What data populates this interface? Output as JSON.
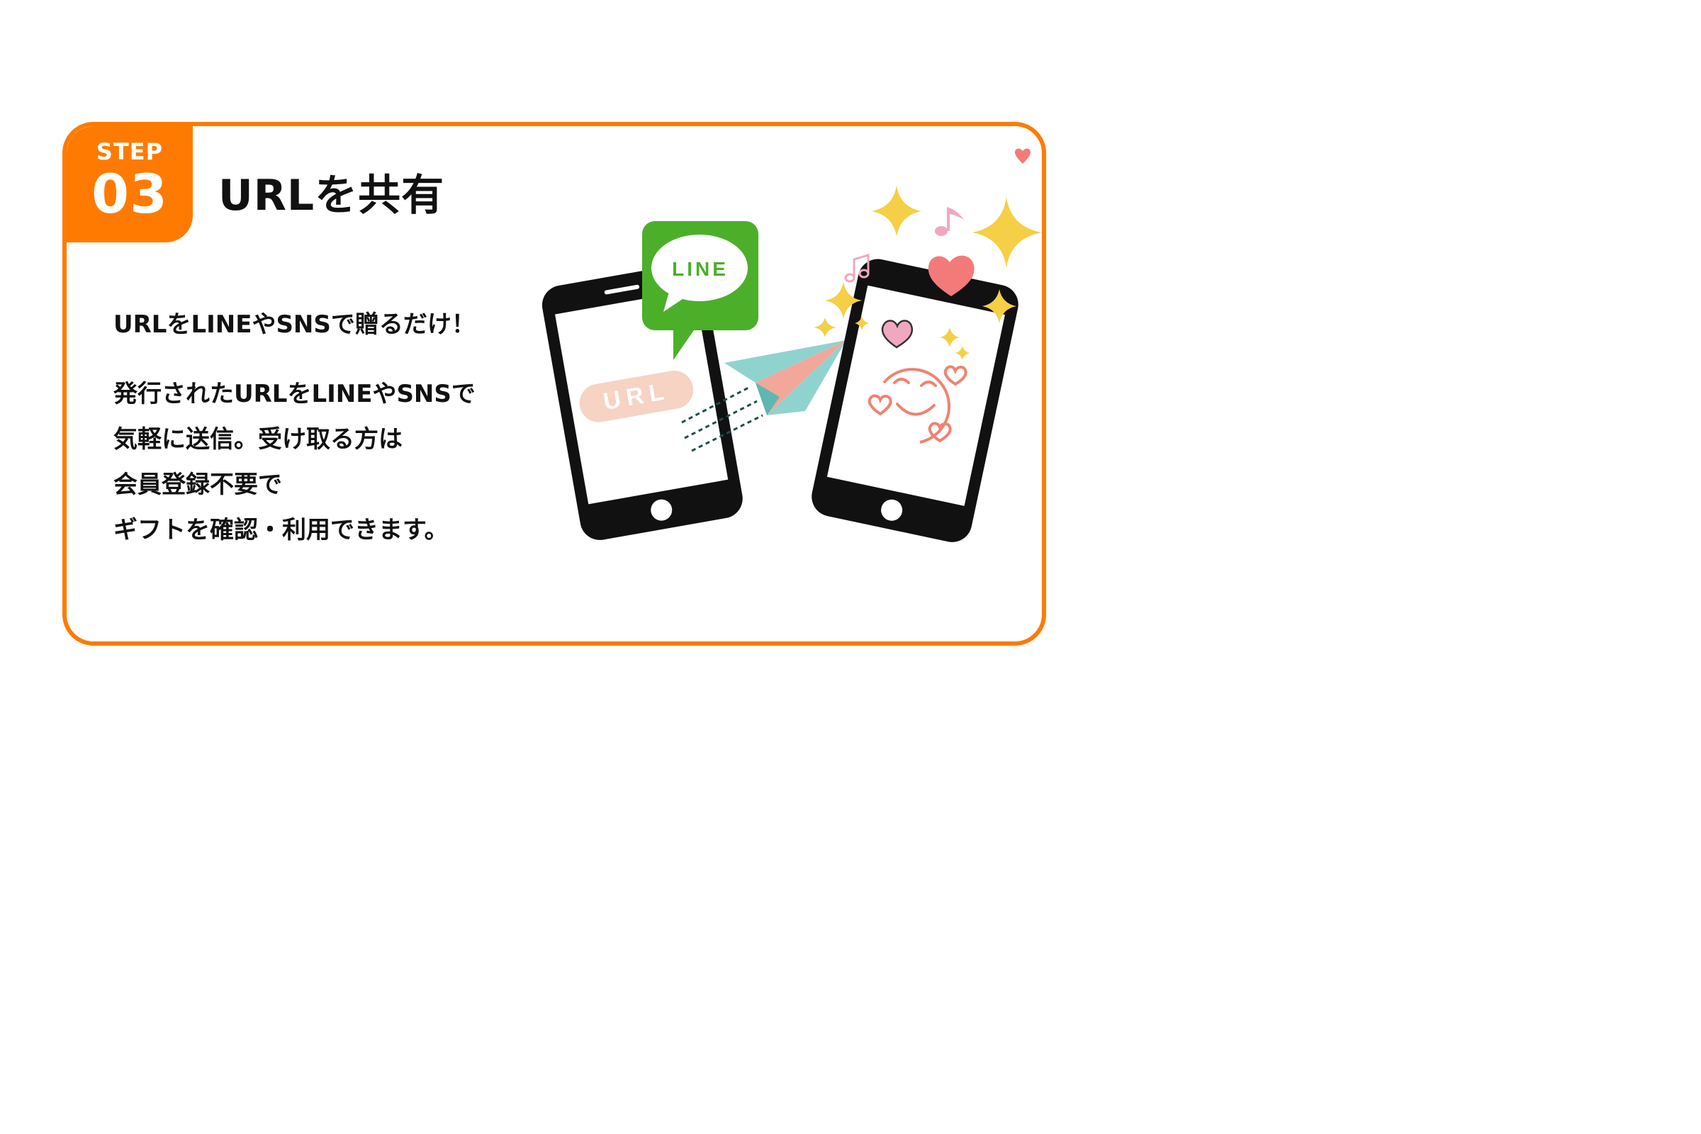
{
  "step": {
    "label": "STEP",
    "number": "03"
  },
  "title": "URLを共有",
  "lead": "URLをLINEやSNSで贈るだけ！",
  "body_lines": [
    "発行されたURLをLINEやSNSで",
    "気軽に送信。受け取る方は",
    "会員登録不要で",
    "ギフトを確認・利用できます。"
  ],
  "illustration": {
    "bubble_text": "LINE",
    "url_label": "URL"
  },
  "colors": {
    "accent": "#ff7a00",
    "line_green": "#4caf2a",
    "phone": "#111111",
    "url_pill": "#f6d3c2",
    "sparkle": "#f5cf45",
    "heart": "#f47a7a",
    "pink": "#f0a8c0",
    "plane_teal": "#8fd3cf",
    "plane_pink": "#f2a79b"
  },
  "icons": [
    "line-speech-bubble-icon",
    "paper-plane-icon",
    "smiley-face-icon",
    "heart-icon",
    "sparkle-icon",
    "music-note-icon"
  ]
}
